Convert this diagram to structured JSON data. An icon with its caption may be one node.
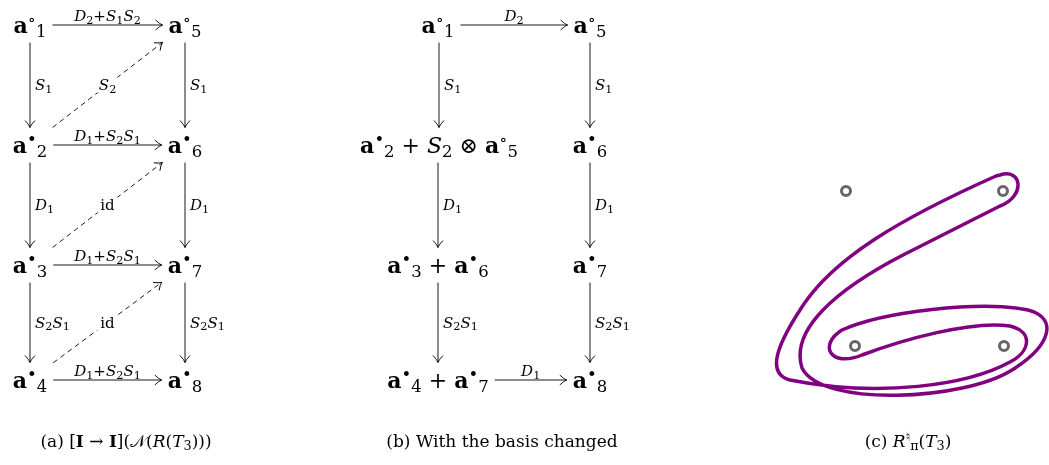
{
  "diagram": {
    "nodes": [
      {
        "text": [
          "**a**$^{∘}$$_{1}$"
        ]
      },
      {
        "text": [
          "**a**$^{∘}$$_{5}$"
        ]
      },
      {
        "text": [
          "**a**$^{•}$$_{2}$"
        ]
      },
      {
        "text": [
          "**a**$^{•}$$_{6}$"
        ]
      },
      {
        "text": [
          "**a**$^{•}$$_{3}$"
        ]
      },
      {
        "text": [
          "**a**$^{•}$$_{7}$"
        ]
      },
      {
        "text": [
          "**a**$^{•}$$_{4}$"
        ]
      },
      {
        "text": [
          "**a**$^{•}$$_{8}$"
        ]
      },
      {
        "text": [
          "**a**$^{∘}$$_{1}$"
        ]
      },
      {
        "text": [
          "**a**$^{∘}$$_{5}$"
        ]
      },
      {
        "text": [
          "**a**$^{•}$$_{2}$ + *S*$_{2}$ ⊗ **a**$^{∘}$$_{5}$"
        ]
      },
      {
        "text": [
          "**a**$^{•}$$_{6}$"
        ]
      },
      {
        "text": [
          "**a**$^{•}$$_{3}$ + **a**$^{•}$$_{6}$"
        ]
      },
      {
        "text": [
          "**a**$^{•}$$_{7}$"
        ]
      },
      {
        "text": [
          "**a**$^{•}$$_{4}$ + **a**$^{•}$$_{7}$"
        ]
      },
      {
        "text": [
          "**a**$^{•}$$_{8}$"
        ]
      }
    ],
    "edges": [
      {
        "from": 0,
        "to": 1,
        "arrow": "to",
        "label": "*D*$_{2}$+*S*$_{1}$*S*$_{2}$"
      },
      {
        "from": 0,
        "to": 2,
        "arrow": "to",
        "label": "*S*$_{1}$"
      },
      {
        "from": 1,
        "to": 3,
        "arrow": "to",
        "label": "*S*$_{1}$"
      },
      {
        "from": 2,
        "to": 1,
        "arrow": "to",
        "label": "*S*$_{2}$",
        "style": "dashed"
      },
      {
        "from": 2,
        "to": 3,
        "arrow": "to",
        "label": "*D*$_{1}$+*S*$_{2}$*S*$_{1}$"
      },
      {
        "from": 2,
        "to": 4,
        "arrow": "to",
        "label": "*D*$_{1}$"
      },
      {
        "from": 3,
        "to": 5,
        "arrow": "to",
        "label": "*D*$_{1}$"
      },
      {
        "from": 4,
        "to": 3,
        "arrow": "to",
        "label": "id",
        "style": "dashed"
      },
      {
        "from": 4,
        "to": 5,
        "arrow": "to",
        "label": "*D*$_{1}$+*S*$_{2}$*S*$_{1}$"
      },
      {
        "from": 4,
        "to": 6,
        "arrow": "to",
        "label": "*S*$_{2}$*S*$_{1}$"
      },
      {
        "from": 5,
        "to": 7,
        "arrow": "to",
        "label": "*S*$_{2}$*S*$_{1}$"
      },
      {
        "from": 6,
        "to": 5,
        "arrow": "to",
        "label": "id",
        "style": "dashed"
      },
      {
        "from": 6,
        "to": 7,
        "arrow": "to",
        "label": "*D*$_{1}$+*S*$_{2}$*S*$_{1}$"
      },
      {
        "from": 8,
        "to": 9,
        "arrow": "to",
        "label": "*D*$_{2}$"
      },
      {
        "from": 8,
        "to": 10,
        "arrow": "to",
        "label": "*S*$_{1}$"
      },
      {
        "from": 9,
        "to": 11,
        "arrow": "to",
        "label": "*S*$_{1}$"
      },
      {
        "from": 10,
        "to": 12,
        "arrow": "to",
        "label": "*D*$_{1}$"
      },
      {
        "from": 11,
        "to": 13,
        "arrow": "to",
        "label": "*D*$_{1}$"
      },
      {
        "from": 12,
        "to": 14,
        "arrow": "to",
        "label": "*S*$_{2}$*S*$_{1}$"
      },
      {
        "from": 13,
        "to": 15,
        "arrow": "to",
        "label": "*S*$_{2}$*S*$_{1}$"
      },
      {
        "from": 14,
        "to": 15,
        "arrow": "to",
        "label": "*D*$_{1}$"
      }
    ],
    "labels": [
      "(a) [**I** → **I**](𝒩(*R*(*T*$_{3}$)))",
      "(b) With the basis changed",
      "(c) *R*$^{♮}$$_{π}$(*T*$_{3}$)"
    ]
  }
}
